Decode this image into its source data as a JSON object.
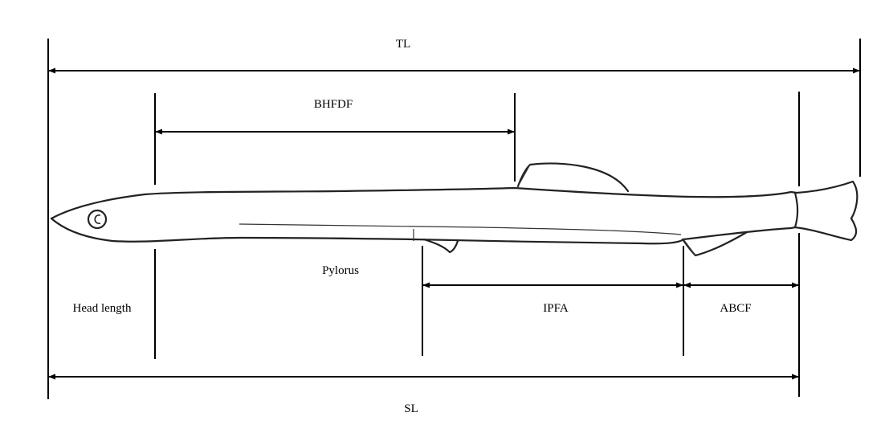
{
  "labels": {
    "tl": "TL",
    "bhfdf": "BHFDF",
    "pylorus": "Pylorus",
    "head_length": "Head length",
    "ipfa": "IPFA",
    "abcf": "ABCF",
    "sl": "SL"
  },
  "colors": {
    "line": "#000000",
    "background": "#ffffff"
  }
}
